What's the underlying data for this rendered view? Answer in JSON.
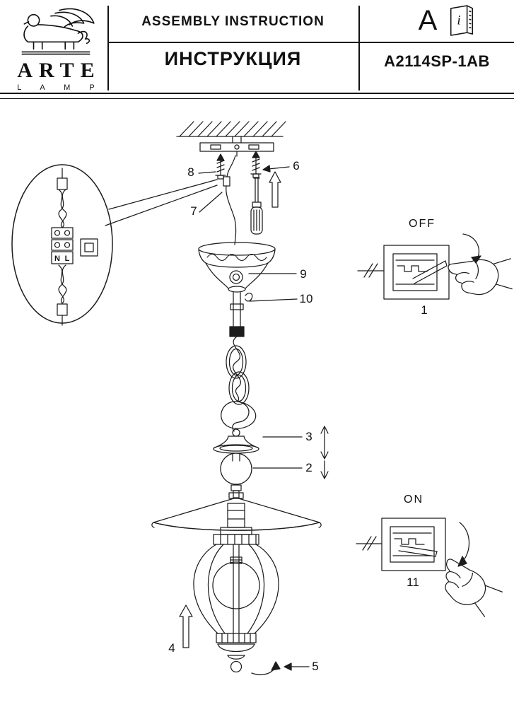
{
  "header": {
    "brand_name": "ARTE",
    "brand_sub": "L A M P",
    "title_en": "ASSEMBLY INSTRUCTION",
    "title_ru": "ИНСТРУКЦИЯ",
    "series_letter": "A",
    "book_icon_char": "i",
    "model": "A2114SP-1AB"
  },
  "callout": {
    "terminal_n": "N",
    "terminal_l": "L"
  },
  "switches": {
    "off_label": "OFF",
    "off_step": "1",
    "on_label": "ON",
    "on_step": "11"
  },
  "part_labels": {
    "p2": "2",
    "p3": "3",
    "p4": "4",
    "p5": "5",
    "p6": "6",
    "p7": "7",
    "p8": "8",
    "p9": "9",
    "p10": "10"
  }
}
